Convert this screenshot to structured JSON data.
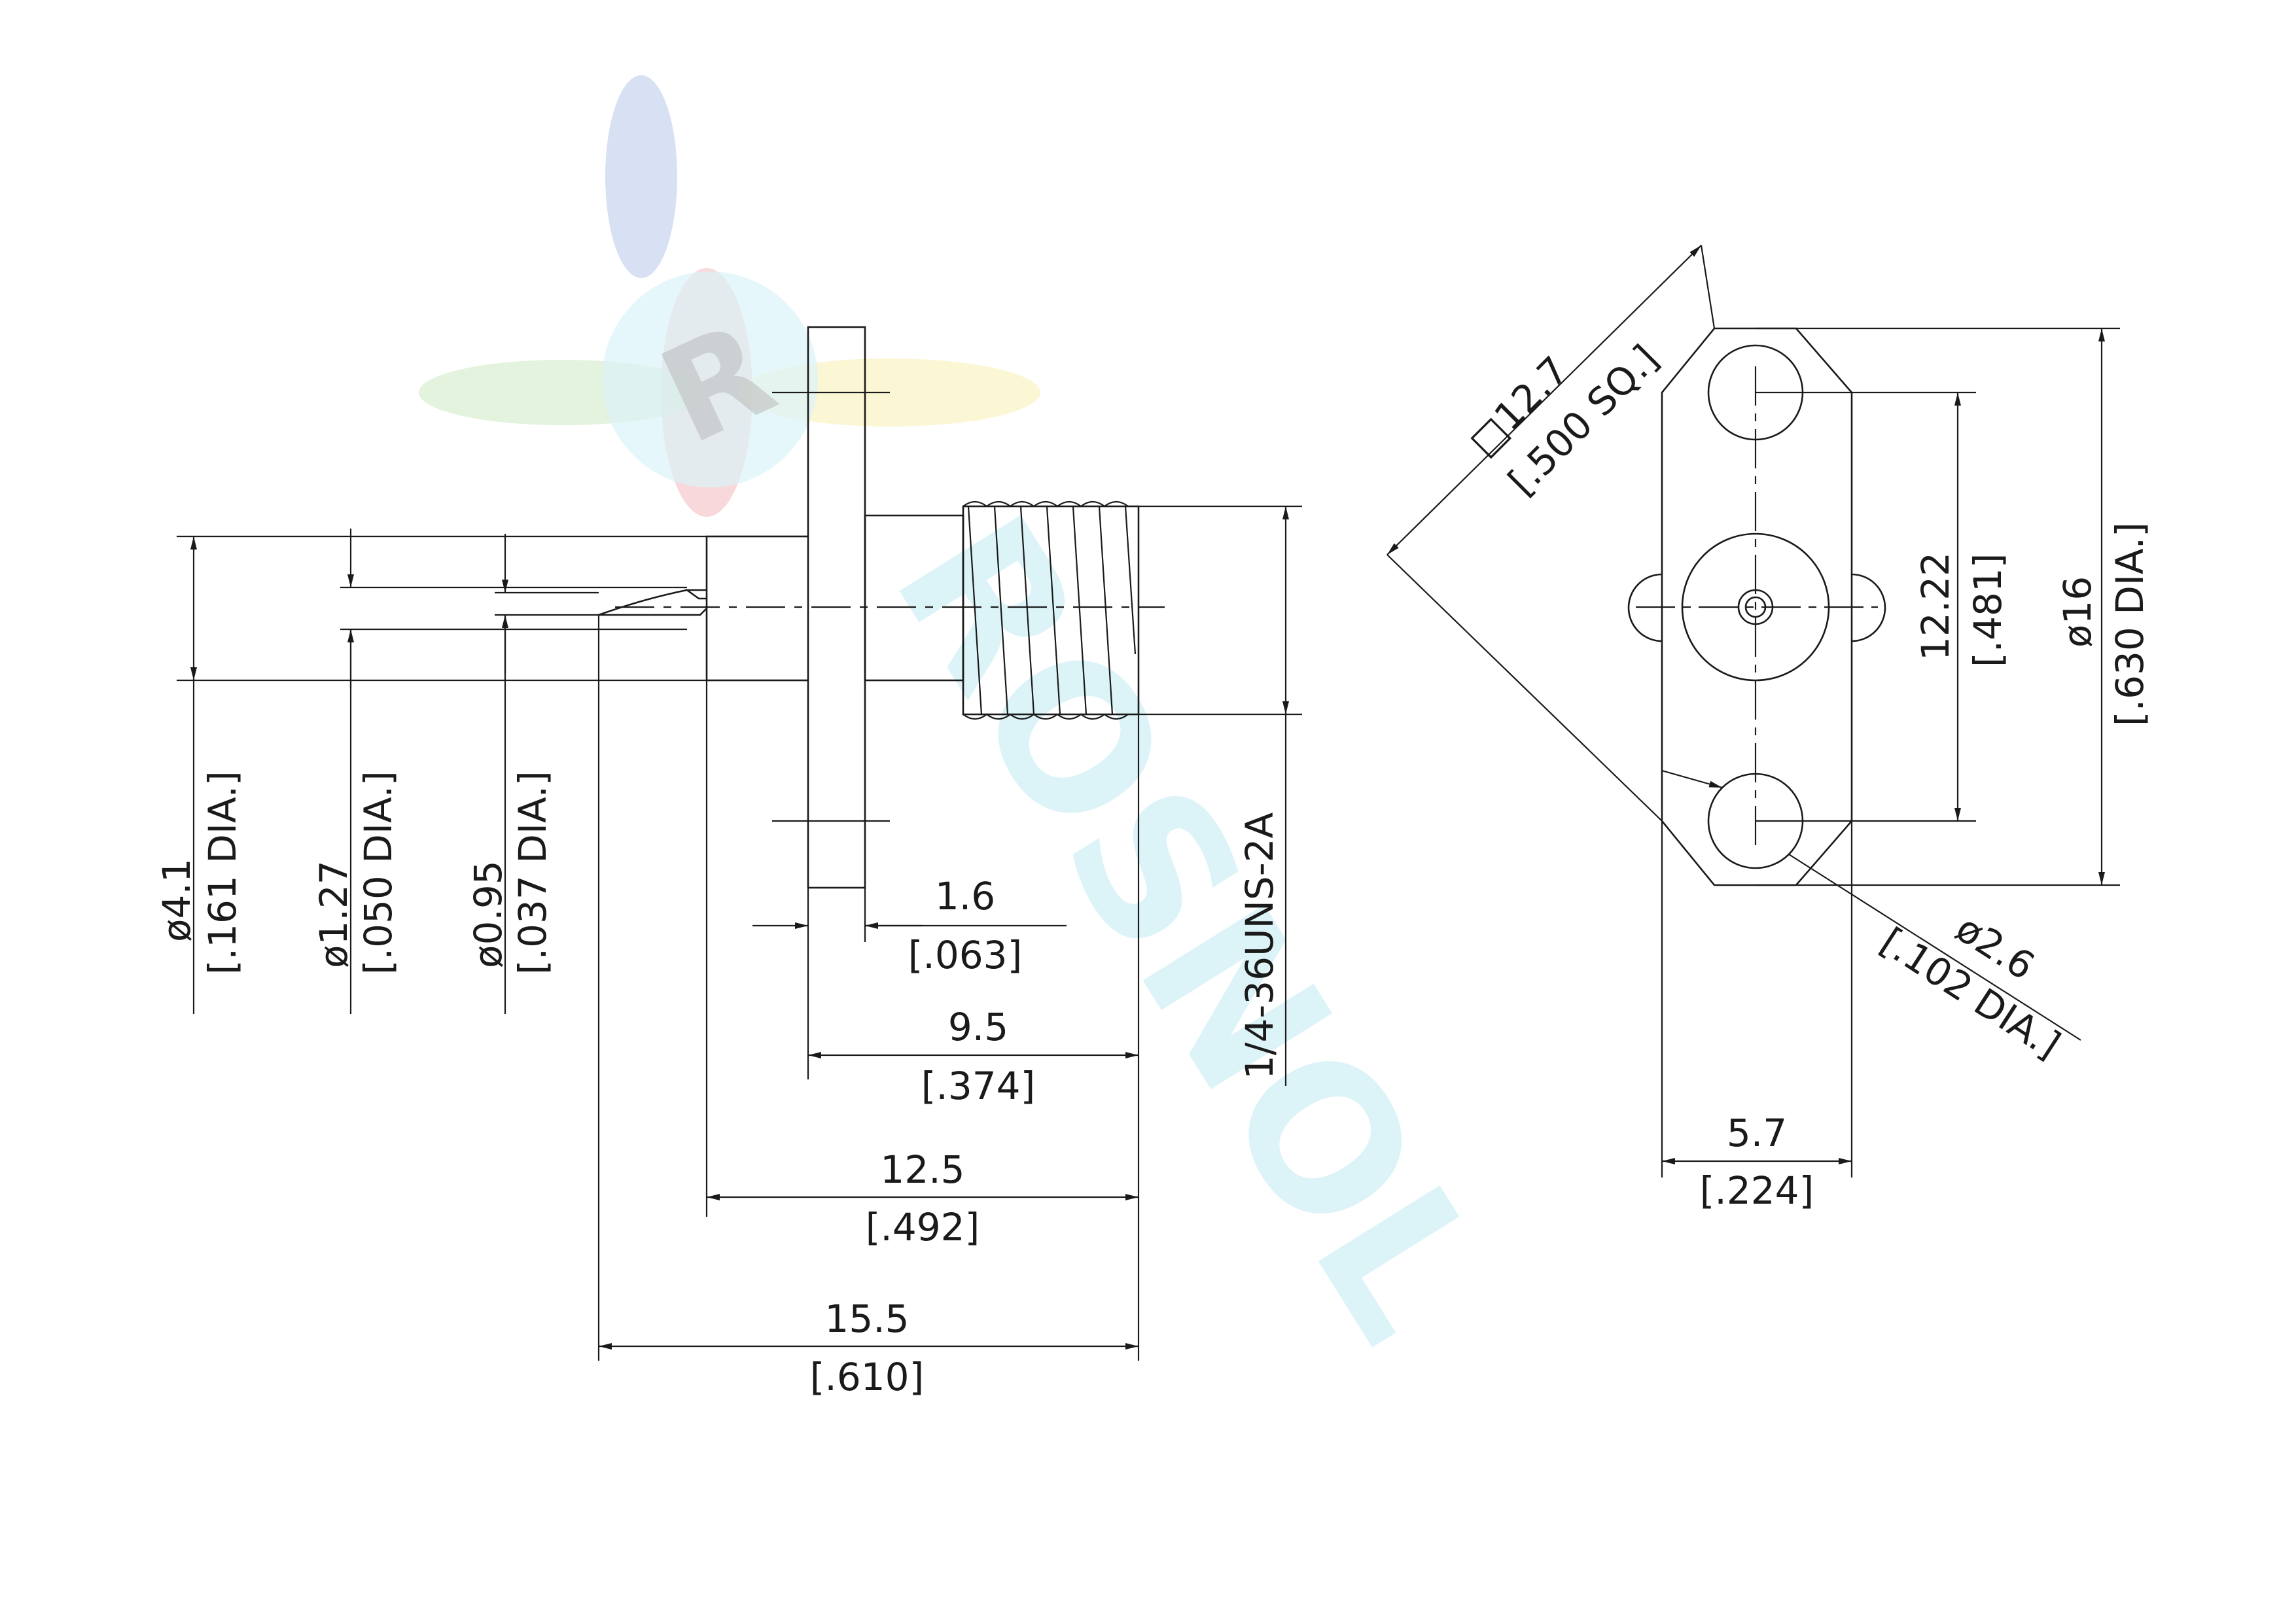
{
  "watermark": {
    "logo_letter": "R",
    "brand_text": "ROSNOL",
    "colors": {
      "blue": "#7f9fd8",
      "red": "#e4646a",
      "green": "#8fcf78",
      "yellow": "#f2e46e",
      "cyan": "#bfeaf3"
    }
  },
  "side_view": {
    "dim_body_dia": {
      "value": "ø4.1",
      "inch": "[.161 DIA.]"
    },
    "dim_pin_dia": {
      "value": "ø1.27",
      "inch": "[.050 DIA.]"
    },
    "dim_tip_dia": {
      "value": "ø0.95",
      "inch": "[.037 DIA.]"
    },
    "dim_flange_thk": {
      "value": "1.6",
      "inch": "[.063]"
    },
    "dim_flange_to_end": {
      "value": "9.5",
      "inch": "[.374]"
    },
    "dim_body_len": {
      "value": "12.5",
      "inch": "[.492]"
    },
    "dim_overall_len": {
      "value": "15.5",
      "inch": "[.610]"
    },
    "thread_spec": "1/4-36UNS-2A"
  },
  "front_view": {
    "dim_square": {
      "value": "□12.7",
      "inch": "[.500 SQ.]"
    },
    "dim_hole_spacing": {
      "value": "12.22",
      "inch": "[.481]"
    },
    "dim_flange_dia": {
      "value": "ø16",
      "inch": "[.630 DIA.]"
    },
    "dim_hole_dia": {
      "value": "ø2.6",
      "inch": "[.102 DIA.]"
    },
    "dim_flange_width": {
      "value": "5.7",
      "inch": "[.224]"
    }
  }
}
